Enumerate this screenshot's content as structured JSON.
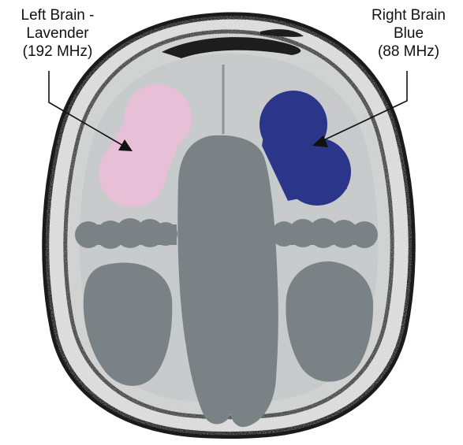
{
  "labels": {
    "left": {
      "line1": "Left Brain -",
      "line2": "Lavender",
      "line3": "(192 MHz)",
      "color": "#e7bfd6"
    },
    "right": {
      "line1": "Right Brain",
      "line2": "Blue",
      "line3": "(88 MHz)",
      "color": "#2b3589"
    }
  },
  "colors": {
    "ventricles": "#7b8285",
    "background": "#ffffff"
  }
}
